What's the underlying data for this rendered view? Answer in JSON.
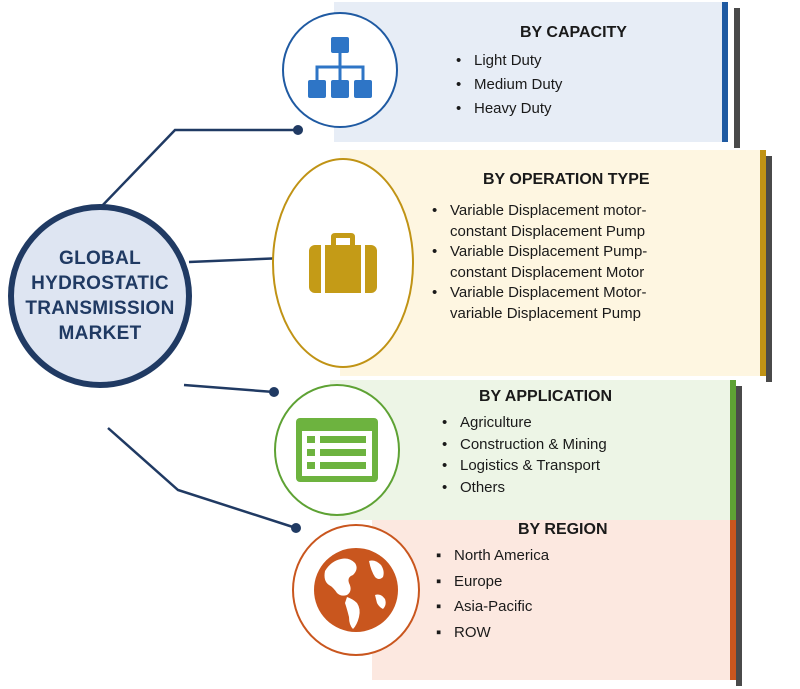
{
  "center": {
    "title": "GLOBAL\nHYDROSTATIC\nTRANSMISSION\nMARKET"
  },
  "segments": [
    {
      "heading": "BY CAPACITY",
      "icon": "hierarchy-icon",
      "color": "#1f5aa2",
      "items": [
        "Light Duty",
        "Medium Duty",
        "Heavy Duty"
      ]
    },
    {
      "heading": "BY OPERATION TYPE",
      "icon": "briefcase-icon",
      "color": "#c09315",
      "items": [
        "Variable Displacement motor-\nconstant Displacement Pump",
        "Variable Displacement Pump-\nconstant Displacement Motor",
        "Variable Displacement Motor-\nvariable Displacement Pump"
      ]
    },
    {
      "heading": "BY APPLICATION",
      "icon": "list-icon",
      "color": "#5ea234",
      "items": [
        "Agriculture",
        "Construction & Mining",
        "Logistics & Transport",
        "Others"
      ]
    },
    {
      "heading": "BY REGION",
      "icon": "globe-icon",
      "color": "#c9561e",
      "items": [
        "North America",
        "Europe",
        "Asia-Pacific",
        "ROW"
      ]
    }
  ],
  "colors": {
    "center_border": "#203a63",
    "center_fill": "#dee5f2",
    "connector": "#203a63"
  }
}
